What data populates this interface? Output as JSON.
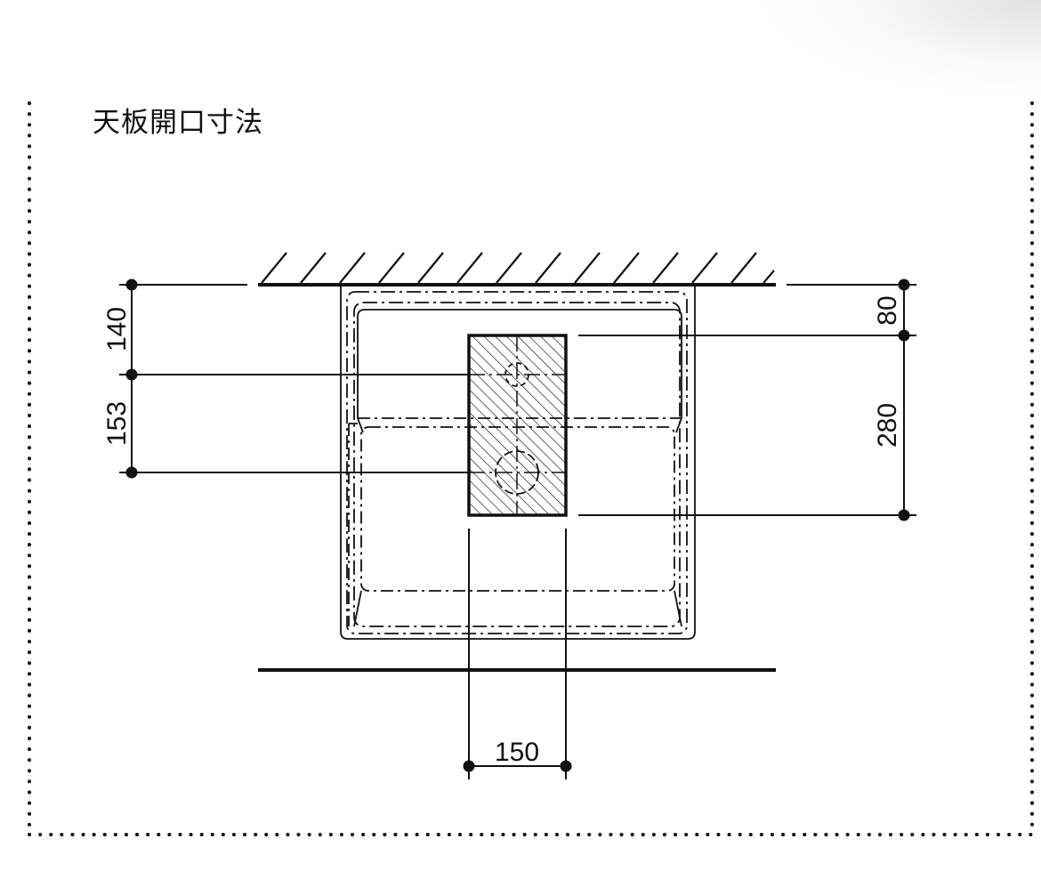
{
  "title": "天板開口寸法",
  "dimensions": {
    "left_upper": "140",
    "left_lower": "153",
    "right_upper": "80",
    "right_lower": "280",
    "bottom_width": "150"
  },
  "colors": {
    "line": "#111111",
    "border_dots": "#111111",
    "background": "#ffffff"
  }
}
